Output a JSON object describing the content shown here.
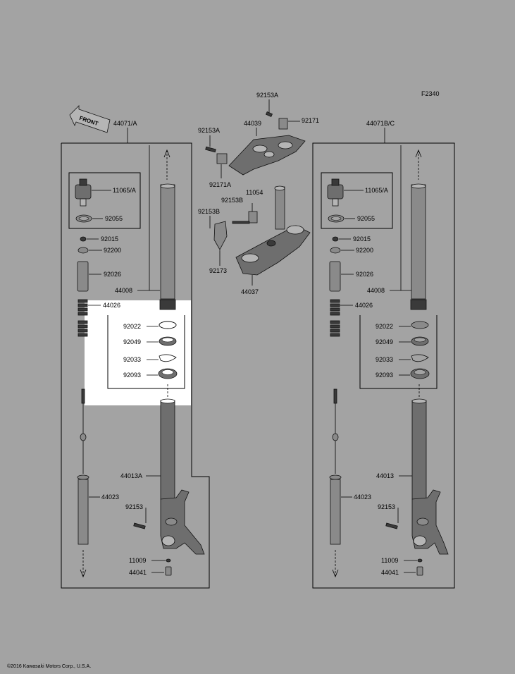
{
  "diagram_code": "F2340",
  "front_label": "FRONT",
  "copyright": "©2016 Kawasaki Motors Corp., U.S.A.",
  "left_assembly": {
    "title": "44071/A",
    "parts": {
      "cap_bolt": "11065/A",
      "oring": "92055",
      "part_92015": "92015",
      "part_92200": "92200",
      "collar": "92026",
      "outer_tube": "44008",
      "spring": "44026",
      "bushing_92022": "92022",
      "washer_92049": "92049",
      "clip_92033": "92033",
      "seal_92093": "92093",
      "inner_tube": "44013A",
      "damper_rod": "44023",
      "bolt_92153": "92153",
      "gasket_11009": "11009",
      "drain_bolt": "44041"
    }
  },
  "right_assembly": {
    "title": "44071B/C",
    "parts": {
      "cap_bolt": "11065/A",
      "oring": "92055",
      "part_92015": "92015",
      "part_92200": "92200",
      "collar": "92026",
      "outer_tube": "44008",
      "spring": "44026",
      "bushing_92022": "92022",
      "washer_92049": "92049",
      "clip_92033": "92033",
      "seal_92093": "92093",
      "inner_tube": "44013",
      "damper_rod": "44023",
      "bolt_92153": "92153",
      "gasket_11009": "11009",
      "drain_bolt": "44041"
    }
  },
  "steering": {
    "bolt_top": "92153A",
    "clamp_top": "92171",
    "upper_bracket": "44039",
    "bolt_left": "92153A",
    "clamp_left": "92171A",
    "bolt_mid": "92153B",
    "stem_part": "11054",
    "bolt_lower": "92153B",
    "clamp_lower": "92173",
    "lower_bracket": "44037"
  }
}
